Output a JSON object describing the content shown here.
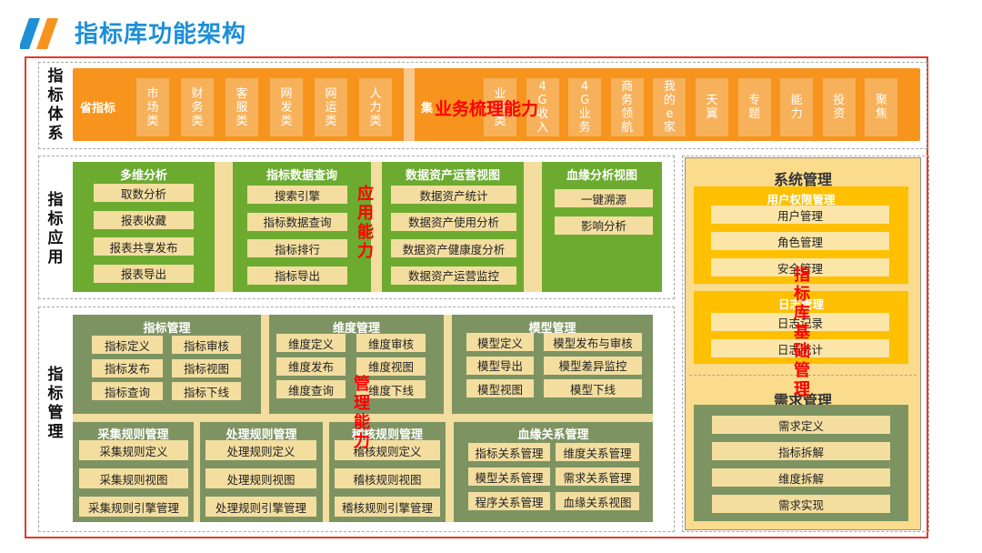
{
  "title": "指标库功能架构",
  "colors": {
    "title": "#1f8fd6",
    "frame": "#e23b30",
    "orange": "#f7941d",
    "green": "#6cab30",
    "olive": "#7d9462",
    "cream": "#f3dea0",
    "yellow": "#fec001",
    "overlay": "#ff0000"
  },
  "side_labels": {
    "system": "指标体系",
    "app": "指标应用",
    "mgmt": "指标管理"
  },
  "index_system": {
    "province": "省指标",
    "province_items": [
      "市场类",
      "财务类",
      "客服类",
      "网发类",
      "网运类",
      "人力类"
    ],
    "group_prefix": "集",
    "group_items": [
      "业务类",
      "4G收入",
      "4G业务",
      "商务领航",
      "我的e家",
      "天翼",
      "专题",
      "能力",
      "投资",
      "聚焦"
    ],
    "overlay": "业务梳理能力"
  },
  "app": {
    "multi": {
      "title": "多维分析",
      "items": [
        "取数分析",
        "报表收藏",
        "报表共享发布",
        "报表导出"
      ]
    },
    "query": {
      "title": "指标数据查询",
      "items": [
        "搜索引擎",
        "指标数据查询",
        "指标排行",
        "指标导出"
      ]
    },
    "asset": {
      "title": "数据资产运营视图",
      "items": [
        "数据资产统计",
        "数据资产使用分析",
        "数据资产健康度分析",
        "数据资产运营监控"
      ]
    },
    "lineage": {
      "title": "血缘分析视图",
      "items": [
        "一键溯源",
        "影响分析"
      ]
    },
    "overlay": "应用能力"
  },
  "mgmt": {
    "indicator": {
      "title": "指标管理",
      "items": [
        "指标定义",
        "指标审核",
        "指标发布",
        "指标视图",
        "指标查询",
        "指标下线"
      ]
    },
    "dimension": {
      "title": "维度管理",
      "items": [
        "维度定义",
        "维度审核",
        "维度发布",
        "维度视图",
        "维度查询",
        "维度下线"
      ]
    },
    "model": {
      "title": "模型管理",
      "items": [
        "模型定义",
        "模型发布与审核",
        "模型导出",
        "模型差异监控",
        "模型视图",
        "模型下线"
      ]
    },
    "collect": {
      "title": "采集规则管理",
      "items": [
        "采集规则定义",
        "采集规则视图",
        "采集规则引擎管理"
      ]
    },
    "process": {
      "title": "处理规则管理",
      "items": [
        "处理规则定义",
        "处理规则视图",
        "处理规则引擎管理"
      ]
    },
    "audit": {
      "title": "稽核规则管理",
      "items": [
        "稽核规则定义",
        "稽核规则视图",
        "稽核规则引擎管理"
      ]
    },
    "relation": {
      "title": "血缘关系管理",
      "items": [
        "指标关系管理",
        "维度关系管理",
        "模型关系管理",
        "需求关系管理",
        "程序关系管理",
        "血缘关系视图"
      ]
    },
    "overlay": "管理能力"
  },
  "system_mgmt": {
    "title": "系统管理",
    "perm": {
      "title": "用户权限管理",
      "items": [
        "用户管理",
        "角色管理",
        "安全管理"
      ]
    },
    "log": {
      "title": "日志管理",
      "items": [
        "日志记录",
        "日志统计"
      ]
    },
    "demand": {
      "title": "需求管理",
      "items": [
        "需求定义",
        "指标拆解",
        "维度拆解",
        "需求实现"
      ]
    },
    "overlay": "指标库基础管理"
  }
}
